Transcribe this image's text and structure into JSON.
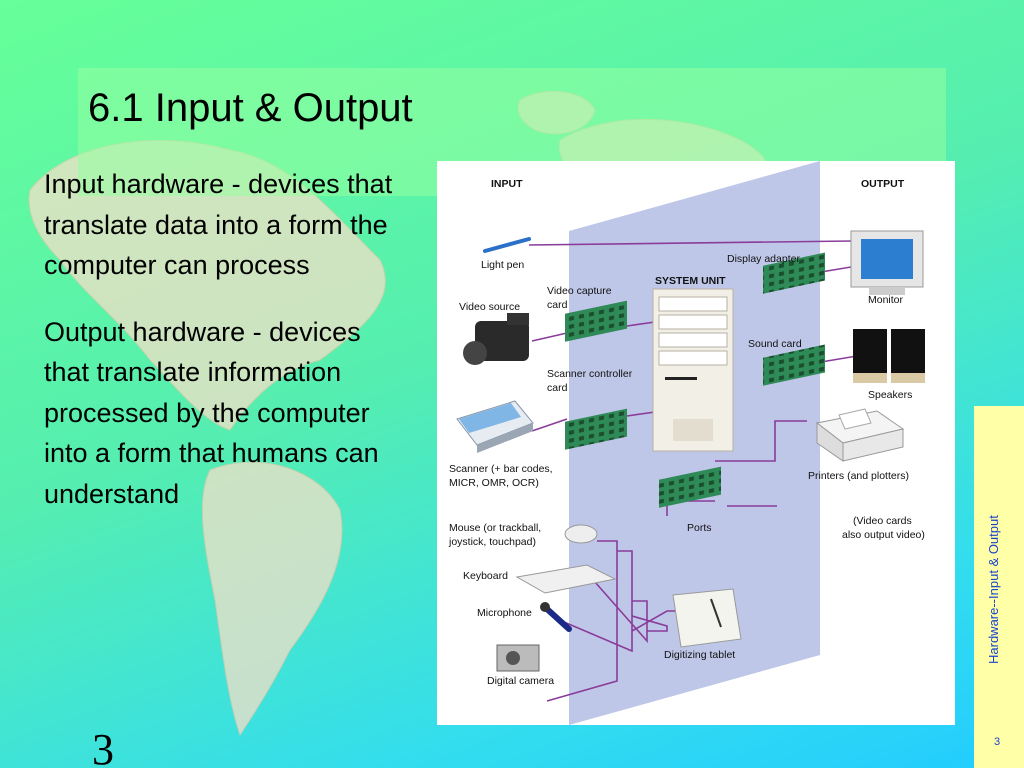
{
  "slide": {
    "title": "6.1  Input & Output",
    "paragraphs": [
      "Input hardware - devices that translate data into a form the computer can process",
      "Output hardware - devices that translate information processed by the computer into a form that humans can understand"
    ],
    "page_number": "3",
    "footer_vertical": "Hardware--Input & Output",
    "footer_number": "3"
  },
  "diagram": {
    "input_header": "INPUT",
    "output_header": "OUTPUT",
    "system_unit": "SYSTEM UNIT",
    "light_pen": "Light pen",
    "video_source": "Video source",
    "video_capture_1": "Video capture",
    "video_capture_2": "card",
    "scanner_ctrl_1": "Scanner controller",
    "scanner_ctrl_2": "card",
    "scanner_1": "Scanner (+ bar codes,",
    "scanner_2": "MICR, OMR, OCR)",
    "mouse_1": "Mouse (or trackball,",
    "mouse_2": "joystick, touchpad)",
    "keyboard": "Keyboard",
    "microphone": "Microphone",
    "digital_camera": "Digital camera",
    "display_adapter": "Display adapter",
    "monitor": "Monitor",
    "sound_card": "Sound card",
    "speakers": "Speakers",
    "printers": "Printers (and plotters)",
    "ports": "Ports",
    "video_cards_1": "(Video cards",
    "video_cards_2": "also output video)",
    "digitizing_tablet": "Digitizing tablet",
    "colors": {
      "panel": "#bfc7e8",
      "wire": "#8a3c9a",
      "card": "#2e8b57"
    }
  }
}
